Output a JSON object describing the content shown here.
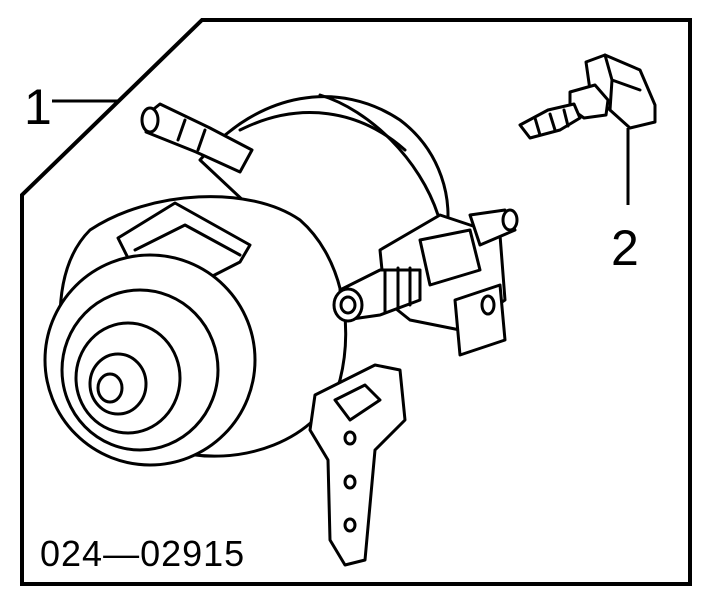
{
  "callouts": {
    "part_1": "1",
    "part_2": "2"
  },
  "diagram_code": "024—02915"
}
